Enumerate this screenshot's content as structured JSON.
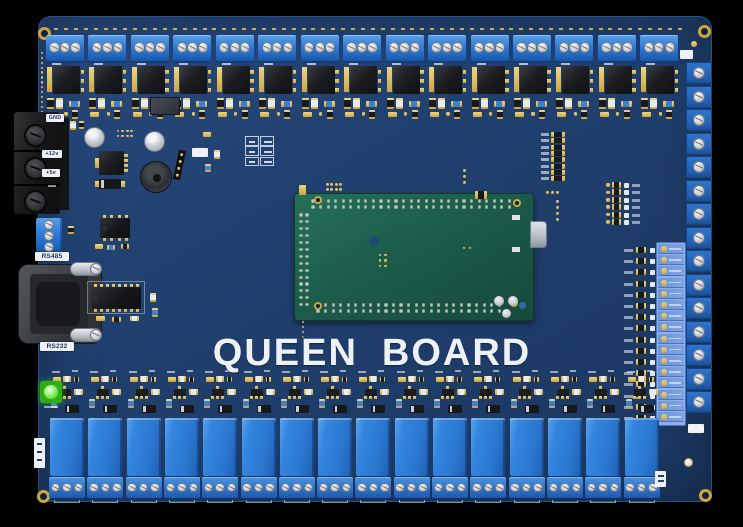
{
  "board": {
    "silk": {
      "title": "QUEEN BOARD",
      "word1": "QUEEN",
      "word2": "BOARD"
    },
    "labels": {
      "gnd": "GND",
      "v12": "+12v",
      "v5": "+5v",
      "rs485": "RS485",
      "rs232": "RS232"
    },
    "counts": {
      "top_channels": 15,
      "top_edge_pins": 64,
      "left_edge_pins": 15,
      "relay_channels": 16,
      "terminal_screws_per_block": 3,
      "right_screw_terminals": 15,
      "io_strip_slots": 16,
      "io_indicator_rows": 16,
      "status_led_rows": 6,
      "resistor_bank_rows": 8,
      "mcu_top_hole_cols": 27,
      "mcu_bottom_hole_cols": 25,
      "mcu_side_hole_rows": 14
    },
    "colors": {
      "background": "#000000",
      "board_blue": "#1f3d6b",
      "board_edge": "#13294d",
      "terminal_blue": "#2e7cd9",
      "terminal_dark": "#1b55a4",
      "screw_silver": "#d6dade",
      "chip_black": "#1b1d20",
      "pad_gold": "#cfa53d",
      "pad_gold_light": "#efd67f",
      "relay_blue": "#2b77d0",
      "mcu_green": "#1c5a49",
      "silk_white": "#eef1f5",
      "led_green": "#3bcf1d",
      "io_strip_blue": "#8fb0e8",
      "connector_black": "#141416"
    }
  }
}
